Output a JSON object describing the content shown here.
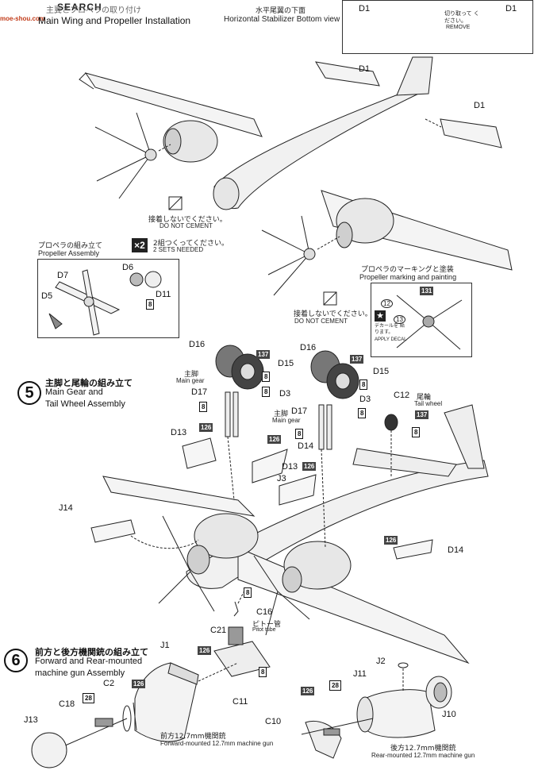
{
  "watermark": {
    "text": "SEARCH",
    "site": "moe-shou.com"
  },
  "header": {
    "jp_title": "主翼とプロペラの取り付け",
    "en_title": "Main Wing and Propeller Installation"
  },
  "stabilizer": {
    "jp": "水平尾翼の下面",
    "en": "Horizontal Stabilizer Bottom view"
  },
  "cut_box": {
    "left_label": "D1",
    "right_label": "D1",
    "jp": "切り取って ください。",
    "en": "REMOVE"
  },
  "parts_top": {
    "d1a": "D1",
    "d1b": "D1"
  },
  "do_not_cement": {
    "jp": "接着しないでください。",
    "en": "DO NOT CEMENT"
  },
  "sets": {
    "multiplier": "2",
    "jp": "2組つくってください。",
    "en": "2 SETS NEEDED"
  },
  "prop_assembly": {
    "jp": "プロペラの組み立て",
    "en": "Propeller Assembly",
    "parts": [
      "D6",
      "D7",
      "D5",
      "D11"
    ],
    "color_code": "8"
  },
  "prop_marking": {
    "jp": "プロペラのマーキングと塗装",
    "en": "Propeller marking and painting",
    "color": "131",
    "decal_a": "12",
    "decal_b": "13",
    "decal_jp": "デカールを 貼ります。",
    "decal_en": "APPLY DECAL"
  },
  "step5": {
    "number": "5",
    "jp": "主脚と尾輪の組み立て",
    "en_line1": "Main Gear and",
    "en_line2": "Tail Wheel Assembly"
  },
  "step5_parts": {
    "d16_left": "D16",
    "d16_right": "D16",
    "d15_left": "D15",
    "d15_right": "D15",
    "d17_left": "D17",
    "d17_right": "D17",
    "d3_left": "D3",
    "d3_right": "D3",
    "c12": "C12",
    "d13_left": "D13",
    "d13_right": "D13",
    "d14_top": "D14",
    "d14_bottom": "D14",
    "j3": "J3",
    "j14": "J14",
    "c16": "C16"
  },
  "step5_notes": {
    "main_gear_jp": "主脚",
    "main_gear_en": "Main gear",
    "tail_wheel_jp": "尾輪",
    "tail_wheel_en": "Tail wheel",
    "pitot_jp": "ピトー管",
    "pitot_en": "Pitot tube"
  },
  "colors": {
    "c137": "137",
    "c8": "8",
    "c126": "126",
    "c28": "28"
  },
  "step6": {
    "number": "6",
    "jp": "前方と後方機関銃の組み立て",
    "en_line1": "Forward and Rear-mounted",
    "en_line2": "machine gun Assembly"
  },
  "step6_parts": {
    "c21": "C21",
    "j1": "J1",
    "c2": "C2",
    "c18": "C18",
    "j13": "J13",
    "c11": "C11",
    "j2": "J2",
    "j11": "J11",
    "c10": "C10",
    "j10": "J10"
  },
  "step6_notes": {
    "fwd_jp": "前方12.7mm機関銃",
    "fwd_en": "Forward-mounted 12.7mm machine gun",
    "rear_jp": "後方12.7mm機関銃",
    "rear_en": "Rear-mounted 12.7mm machine gun"
  }
}
